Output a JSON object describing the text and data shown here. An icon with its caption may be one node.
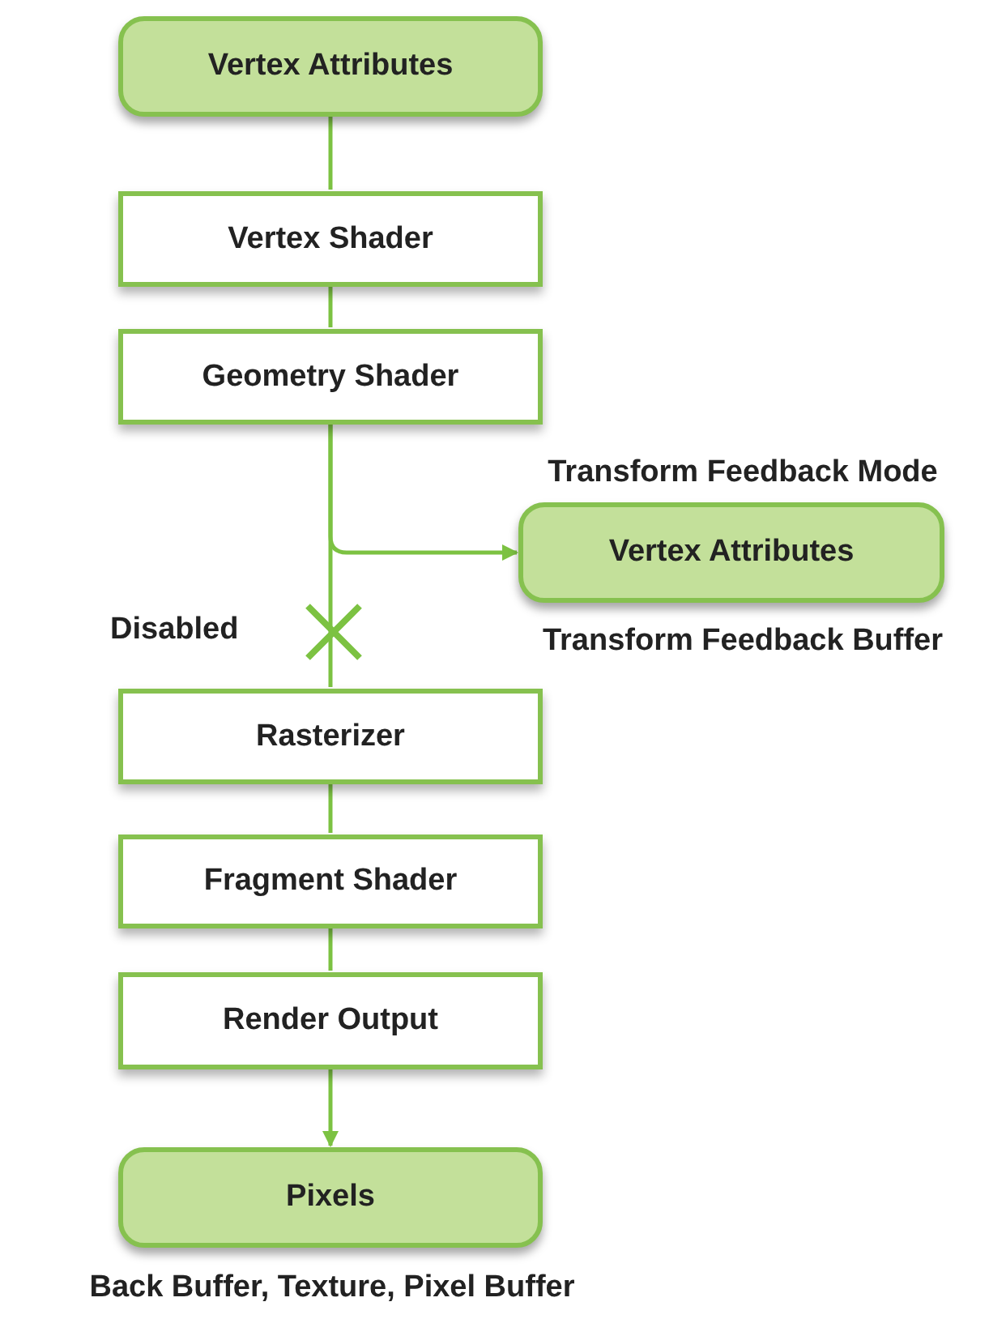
{
  "diagram": {
    "nodes": [
      {
        "text": [
          "Vertex Attributes"
        ]
      },
      {
        "text": [
          "Vertex Shader"
        ]
      },
      {
        "text": [
          "Geometry Shader"
        ]
      },
      {
        "text": [
          "Vertex Attributes"
        ],
        "beside": [
          "Transform Feedback Mode",
          "Transform Feedback Buffer"
        ]
      },
      {
        "text": [
          "Rasterizer"
        ]
      },
      {
        "text": [
          "Fragment Shader"
        ]
      },
      {
        "text": [
          "Render Output"
        ]
      },
      {
        "text": [
          "Pixels"
        ],
        "beside": [
          "Back Buffer, Texture, Pixel Buffer"
        ]
      }
    ],
    "edges": [
      {
        "from": 0,
        "to": 1,
        "arrow": "none"
      },
      {
        "from": 1,
        "to": 2,
        "arrow": "none"
      },
      {
        "from": 2,
        "to": 3,
        "arrow": "to"
      },
      {
        "from": 2,
        "to": 4,
        "arrow": "none",
        "label": "Disabled"
      },
      {
        "from": 4,
        "to": 5,
        "arrow": "none"
      },
      {
        "from": 5,
        "to": 6,
        "arrow": "none"
      },
      {
        "from": 6,
        "to": 7,
        "arrow": "to"
      }
    ]
  }
}
